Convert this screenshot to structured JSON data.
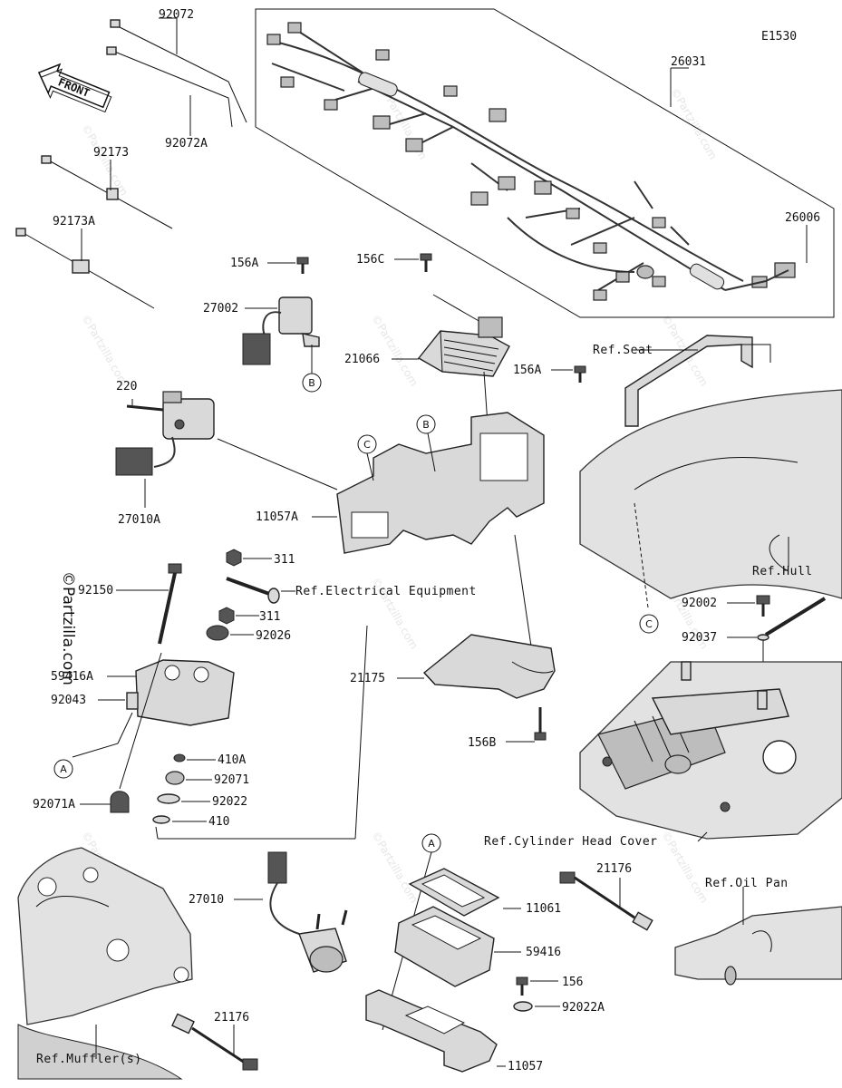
{
  "diagram_code": "E1530",
  "watermark_text": "©Partzilla.com",
  "front_label": "FRONT",
  "parts": {
    "p92072": "92072",
    "p92072A": "92072A",
    "p92173": "92173",
    "p92173A": "92173A",
    "p26031": "26031",
    "p26006": "26006",
    "p156A_1": "156A",
    "p27002": "27002",
    "p156C": "156C",
    "p21066": "21066",
    "p156A_2": "156A",
    "p220": "220",
    "p27010A": "27010A",
    "p11057A": "11057A",
    "p311_1": "311",
    "p311_2": "311",
    "p92150": "92150",
    "p92026": "92026",
    "p59416A": "59416A",
    "p92043": "92043",
    "p410A": "410A",
    "p92071": "92071",
    "p92071A": "92071A",
    "p92022": "92022",
    "p410": "410",
    "p21175": "21175",
    "p156B": "156B",
    "p92002": "92002",
    "p92037": "92037",
    "p27010": "27010",
    "p11061": "11061",
    "p59416": "59416",
    "p156": "156",
    "p92022A": "92022A",
    "p11057": "11057",
    "p21176_1": "21176",
    "p21176_2": "21176"
  },
  "refs": {
    "seat": "Ref.Seat",
    "hull": "Ref.Hull",
    "electrical": "Ref.Electrical Equipment",
    "cylinder_head": "Ref.Cylinder Head Cover",
    "oil_pan": "Ref.Oil Pan",
    "muffler": "Ref.Muffler(s)"
  },
  "callouts": {
    "a_left": "A",
    "a_right": "A",
    "b_top": "B",
    "b_mid": "B",
    "c_left": "C",
    "c_right": "C"
  }
}
